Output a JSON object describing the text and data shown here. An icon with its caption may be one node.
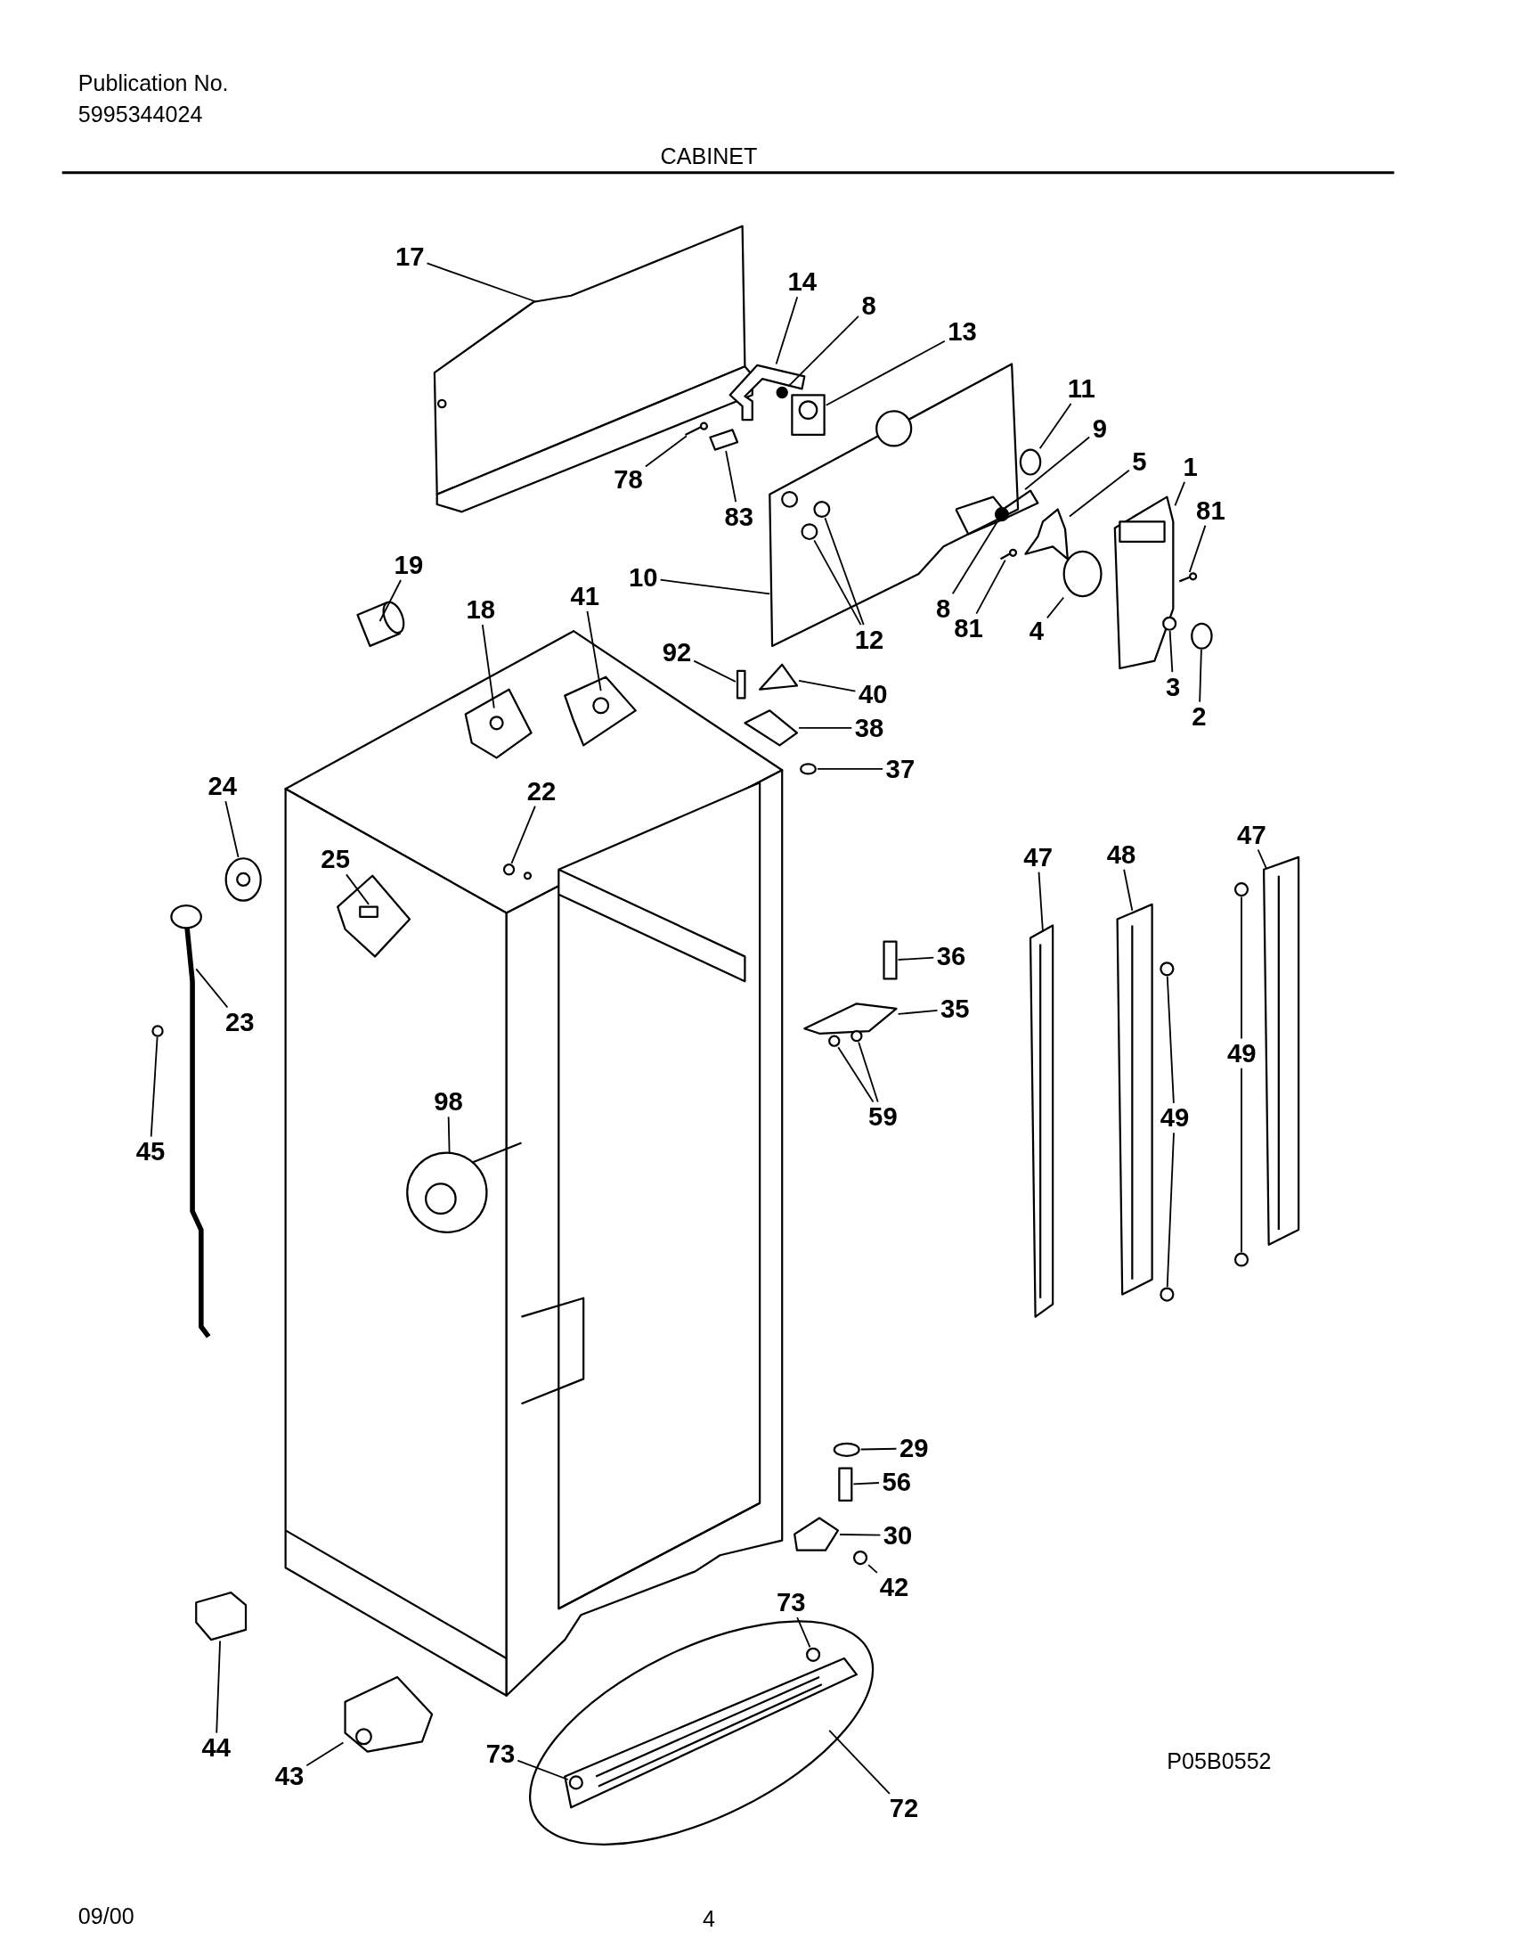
{
  "diagram": {
    "title": "CABINET",
    "nodes": [
      {
        "text": [
          "17"
        ]
      },
      {
        "text": [
          "14"
        ]
      },
      {
        "text": [
          "8"
        ]
      },
      {
        "text": [
          "13"
        ]
      },
      {
        "text": [
          "11"
        ]
      },
      {
        "text": [
          "78"
        ]
      },
      {
        "text": [
          "83"
        ]
      },
      {
        "text": [
          "9"
        ]
      },
      {
        "text": [
          "5"
        ]
      },
      {
        "text": [
          "1"
        ]
      },
      {
        "text": [
          "81"
        ]
      },
      {
        "text": [
          "10"
        ]
      },
      {
        "text": [
          "8"
        ]
      },
      {
        "text": [
          "81"
        ]
      },
      {
        "text": [
          "4"
        ]
      },
      {
        "text": [
          "12"
        ]
      },
      {
        "text": [
          "3"
        ]
      },
      {
        "text": [
          "2"
        ]
      },
      {
        "text": [
          "19"
        ]
      },
      {
        "text": [
          "18"
        ]
      },
      {
        "text": [
          "41"
        ]
      },
      {
        "text": [
          "92"
        ]
      },
      {
        "text": [
          "40"
        ]
      },
      {
        "text": [
          "38"
        ]
      },
      {
        "text": [
          "37"
        ]
      },
      {
        "text": [
          "24"
        ]
      },
      {
        "text": [
          "22"
        ]
      },
      {
        "text": [
          "25"
        ]
      },
      {
        "text": [
          "36"
        ]
      },
      {
        "text": [
          "23"
        ]
      },
      {
        "text": [
          "35"
        ]
      },
      {
        "text": [
          "59"
        ]
      },
      {
        "text": [
          "45"
        ]
      },
      {
        "text": [
          "98"
        ]
      },
      {
        "text": [
          "47"
        ]
      },
      {
        "text": [
          "48"
        ]
      },
      {
        "text": [
          "47"
        ]
      },
      {
        "text": [
          "49"
        ]
      },
      {
        "text": [
          "49"
        ]
      },
      {
        "text": [
          "29"
        ]
      },
      {
        "text": [
          "56"
        ]
      },
      {
        "text": [
          "30"
        ]
      },
      {
        "text": [
          "42"
        ]
      },
      {
        "text": [
          "73"
        ]
      },
      {
        "text": [
          "44"
        ]
      },
      {
        "text": [
          "43"
        ]
      },
      {
        "text": [
          "73"
        ]
      },
      {
        "text": [
          "72"
        ]
      },
      {
        "text": [],
        "shape": "picture"
      },
      {
        "text": [],
        "shape": "picture"
      },
      {
        "text": [],
        "shape": "circle",
        "in": 49
      },
      {
        "text": [],
        "shape": "picture"
      },
      {
        "text": [],
        "shape": "circle"
      },
      {
        "text": [],
        "shape": "picture"
      },
      {
        "text": [],
        "shape": "picture"
      },
      {
        "text": [],
        "shape": "picture"
      },
      {
        "text": [],
        "shape": "picture"
      },
      {
        "text": [],
        "shape": "picture"
      },
      {
        "text": [],
        "shape": "picture"
      },
      {
        "text": [],
        "shape": "picture"
      },
      {
        "text": [],
        "shape": "circle"
      },
      {
        "text": [],
        "shape": "picture"
      },
      {
        "text": [],
        "shape": "circle"
      },
      {
        "text": [],
        "shape": "circle",
        "in": 59
      },
      {
        "text": [],
        "shape": "circle"
      },
      {
        "text": [],
        "shape": "circle"
      },
      {
        "text": [],
        "shape": "picture"
      },
      {
        "text": [],
        "shape": "picture"
      },
      {
        "text": [],
        "shape": "picture"
      },
      {
        "text": [],
        "shape": "box"
      },
      {
        "text": [],
        "shape": "picture"
      },
      {
        "text": [],
        "shape": "picture"
      },
      {
        "text": [],
        "shape": "circle"
      },
      {
        "text": [],
        "shape": "picture"
      },
      {
        "text": [],
        "shape": "circle"
      },
      {
        "text": [],
        "shape": "picture"
      },
      {
        "text": [],
        "shape": "box"
      },
      {
        "text": [],
        "shape": "picture"
      },
      {
        "text": [],
        "shape": "picture"
      },
      {
        "text": [],
        "shape": "circle"
      },
      {
        "text": [],
        "shape": "circle"
      },
      {
        "text": [],
        "shape": "picture"
      },
      {
        "text": [],
        "shape": "picture"
      },
      {
        "text": [],
        "shape": "picture"
      },
      {
        "text": [],
        "shape": "picture"
      },
      {
        "text": [],
        "shape": "circle"
      },
      {
        "text": [],
        "shape": "circle"
      },
      {
        "text": [],
        "shape": "circle"
      },
      {
        "text": [],
        "shape": "box"
      },
      {
        "text": [],
        "shape": "picture"
      },
      {
        "text": [],
        "shape": "circle"
      },
      {
        "text": [],
        "shape": "circle",
        "in": 95
      },
      {
        "text": [],
        "shape": "picture"
      },
      {
        "text": [],
        "shape": "picture"
      },
      {
        "text": [],
        "shape": "circle",
        "in": 95
      },
      {
        "text": [],
        "shape": "picture"
      },
      {
        "text": [],
        "shape": "circle",
        "in": 59
      },
      {
        "text": [],
        "shape": "circle"
      },
      {
        "text": [],
        "shape": "circle"
      },
      {
        "text": [],
        "shape": "circle"
      }
    ],
    "edges": [
      {
        "from": 0,
        "to": 48,
        "arrow": "none"
      },
      {
        "from": 1,
        "to": 49,
        "arrow": "none"
      },
      {
        "from": 2,
        "to": 50,
        "arrow": "none"
      },
      {
        "from": 3,
        "to": 51,
        "arrow": "none"
      },
      {
        "from": 4,
        "to": 52,
        "arrow": "none"
      },
      {
        "from": 5,
        "to": 53,
        "arrow": "none"
      },
      {
        "from": 6,
        "to": 54,
        "arrow": "none"
      },
      {
        "from": 7,
        "to": 55,
        "arrow": "none"
      },
      {
        "from": 8,
        "to": 56,
        "arrow": "none"
      },
      {
        "from": 9,
        "to": 57,
        "arrow": "none"
      },
      {
        "from": 10,
        "to": 58,
        "arrow": "none"
      },
      {
        "from": 11,
        "to": 59,
        "arrow": "none"
      },
      {
        "from": 12,
        "to": 60,
        "arrow": "none"
      },
      {
        "from": 13,
        "to": 61,
        "arrow": "none"
      },
      {
        "from": 14,
        "to": 62,
        "arrow": "none"
      },
      {
        "from": 15,
        "to": 63,
        "arrow": "none"
      },
      {
        "from": 16,
        "to": 64,
        "arrow": "none"
      },
      {
        "from": 17,
        "to": 65,
        "arrow": "none"
      },
      {
        "from": 18,
        "to": 66,
        "arrow": "none"
      },
      {
        "from": 19,
        "to": 67,
        "arrow": "none"
      },
      {
        "from": 20,
        "to": 68,
        "arrow": "none"
      },
      {
        "from": 21,
        "to": 69,
        "arrow": "none"
      },
      {
        "from": 22,
        "to": 70,
        "arrow": "none"
      },
      {
        "from": 23,
        "to": 71,
        "arrow": "none"
      },
      {
        "from": 24,
        "to": 72,
        "arrow": "none"
      },
      {
        "from": 25,
        "to": 73,
        "arrow": "none"
      },
      {
        "from": 26,
        "to": 74,
        "arrow": "none"
      },
      {
        "from": 27,
        "to": 75,
        "arrow": "none"
      },
      {
        "from": 28,
        "to": 76,
        "arrow": "none"
      },
      {
        "from": 29,
        "to": 77,
        "arrow": "none"
      },
      {
        "from": 30,
        "to": 78,
        "arrow": "none"
      },
      {
        "from": 31,
        "to": 79,
        "arrow": "none"
      },
      {
        "from": 32,
        "to": 80,
        "arrow": "none"
      },
      {
        "from": 33,
        "to": 81,
        "arrow": "none"
      },
      {
        "from": 34,
        "to": 82,
        "arrow": "none"
      },
      {
        "from": 35,
        "to": 83,
        "arrow": "none"
      },
      {
        "from": 36,
        "to": 84,
        "arrow": "none"
      },
      {
        "from": 37,
        "to": 85,
        "arrow": "none"
      },
      {
        "from": 38,
        "to": 86,
        "arrow": "none"
      },
      {
        "from": 39,
        "to": 87,
        "arrow": "none"
      },
      {
        "from": 40,
        "to": 88,
        "arrow": "none"
      },
      {
        "from": 41,
        "to": 89,
        "arrow": "none"
      },
      {
        "from": 42,
        "to": 90,
        "arrow": "none"
      },
      {
        "from": 43,
        "to": 91,
        "arrow": "none"
      },
      {
        "from": 44,
        "to": 92,
        "arrow": "none"
      },
      {
        "from": 45,
        "to": 93,
        "arrow": "none"
      },
      {
        "from": 46,
        "to": 94,
        "arrow": "none"
      },
      {
        "from": 47,
        "to": 95,
        "arrow": "none"
      },
      {
        "from": 15,
        "to": 96,
        "arrow": "none"
      },
      {
        "from": 31,
        "to": 97,
        "arrow": "none"
      },
      {
        "from": 37,
        "to": 98,
        "arrow": "none"
      },
      {
        "from": 38,
        "to": 99,
        "arrow": "none"
      }
    ],
    "labels": [
      "Publication No.",
      "5995344024",
      "P05B0552",
      "09/00",
      "4"
    ]
  }
}
